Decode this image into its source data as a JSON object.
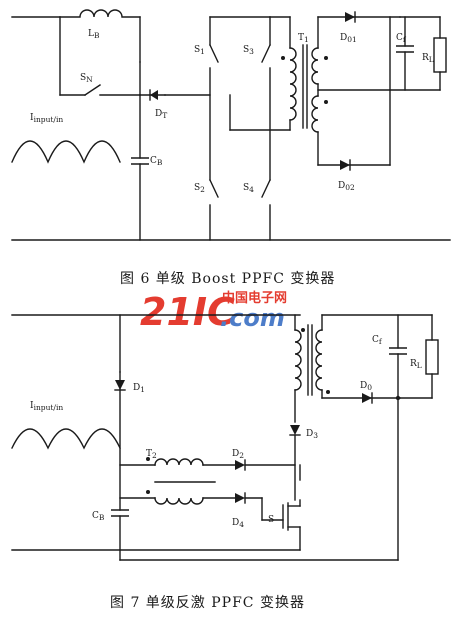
{
  "fig6": {
    "caption": "图 6   单级 Boost PPFC 变换器",
    "labels": {
      "lb": "L",
      "lb_sub": "B",
      "sn": "S",
      "sn_sub": "N",
      "dt": "D",
      "dt_sub": "T",
      "cb": "C",
      "cb_sub": "B",
      "ilineq": "I",
      "ilineq_sub": "input/in",
      "s1": "S",
      "s1_sub": "1",
      "s3": "S",
      "s3_sub": "3",
      "s2": "S",
      "s2_sub": "2",
      "s4": "S",
      "s4_sub": "4",
      "t1": "T",
      "t1_sub": "1",
      "d01": "D",
      "d01_sub": "01",
      "d02": "D",
      "d02_sub": "02",
      "cf": "C",
      "cf_sub": "f",
      "rl": "R",
      "rl_sub": "L"
    }
  },
  "fig7": {
    "caption": "图 7   单级反激 PPFC 变换器",
    "labels": {
      "d1": "D",
      "d1_sub": "1",
      "d2": "D",
      "d2_sub": "2",
      "d3": "D",
      "d3_sub": "3",
      "d4": "D",
      "d4_sub": "4",
      "d0": "D",
      "d0_sub": "0",
      "t2": "T",
      "t2_sub": "2",
      "cb": "C",
      "cb_sub": "B",
      "cf": "C",
      "cf_sub": "f",
      "rl": "R",
      "rl_sub": "L",
      "s": "S",
      "ilineq": "I",
      "ilineq_sub": "input/in"
    }
  },
  "watermark": {
    "big": "21IC",
    "cn": "中国电子网",
    "com": ".com",
    "colors": {
      "red": "#e2281a",
      "blue": "#3a6fc4"
    }
  }
}
